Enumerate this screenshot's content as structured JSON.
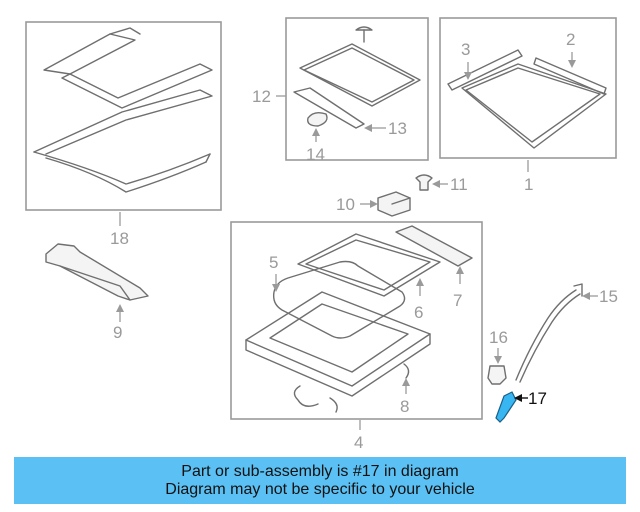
{
  "banner": {
    "line1": "Part or sub-assembly is #17 in diagram",
    "line2": "Diagram may not be specific to your vehicle",
    "color": "#5bc0f3"
  },
  "highlight": {
    "part": "17",
    "color": "#38b6f2"
  },
  "callouts": {
    "c1": "1",
    "c2": "2",
    "c3": "3",
    "c4": "4",
    "c5": "5",
    "c6": "6",
    "c7": "7",
    "c8": "8",
    "c9": "9",
    "c10": "10",
    "c11": "11",
    "c12": "12",
    "c13": "13",
    "c14": "14",
    "c15": "15",
    "c16": "16",
    "c17": "17",
    "c18": "18"
  }
}
